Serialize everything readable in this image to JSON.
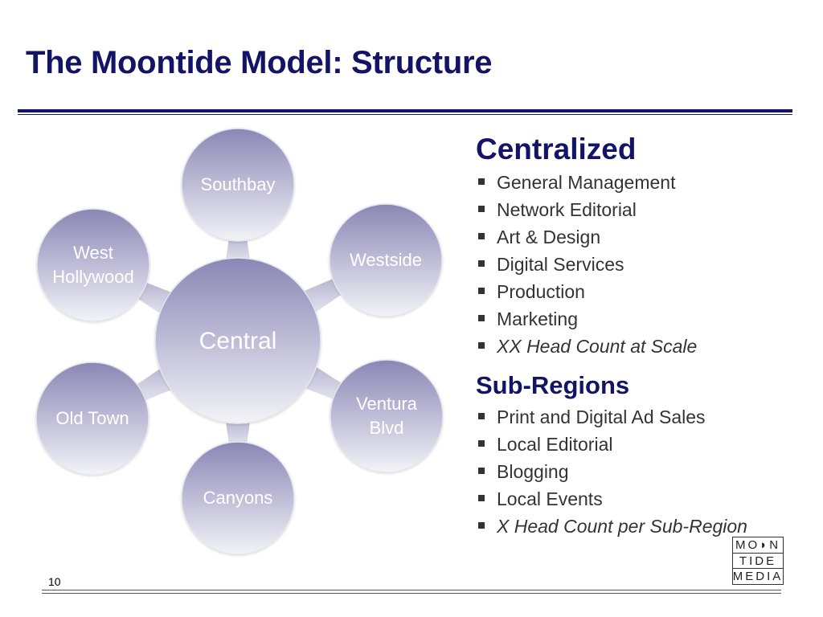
{
  "slide": {
    "title": "The Moontide Model: Structure",
    "page_number": "10"
  },
  "diagram": {
    "center": "Central",
    "nodes": [
      {
        "id": "southbay",
        "lines": [
          "Southbay"
        ]
      },
      {
        "id": "westside",
        "lines": [
          "Westside"
        ]
      },
      {
        "id": "ventura-blvd",
        "lines": [
          "Ventura",
          "Blvd"
        ]
      },
      {
        "id": "canyons",
        "lines": [
          "Canyons"
        ]
      },
      {
        "id": "old-town",
        "lines": [
          "Old Town"
        ]
      },
      {
        "id": "west-hollywood",
        "lines": [
          "West",
          "Hollywood"
        ]
      }
    ],
    "colors": {
      "circle_top": "#8a87b6",
      "circle_bottom": "#f3f3f7",
      "connector": "#c8c7dc"
    }
  },
  "centralized": {
    "heading": "Centralized",
    "items": [
      {
        "text": "General Management",
        "italic": false
      },
      {
        "text": "Network Editorial",
        "italic": false
      },
      {
        "text": "Art & Design",
        "italic": false
      },
      {
        "text": "Digital Services",
        "italic": false
      },
      {
        "text": "Production",
        "italic": false
      },
      {
        "text": "Marketing",
        "italic": false
      },
      {
        "text": "XX Head Count at Scale",
        "italic": true
      }
    ]
  },
  "subregions": {
    "heading": "Sub-Regions",
    "items": [
      {
        "text": "Print and Digital Ad Sales",
        "italic": false
      },
      {
        "text": "Local Editorial",
        "italic": false
      },
      {
        "text": "Blogging",
        "italic": false
      },
      {
        "text": "Local Events",
        "italic": false
      },
      {
        "text": "X Head Count per Sub-Region",
        "italic": true
      }
    ]
  },
  "logo": {
    "rows": [
      "MO◗N",
      "TIDE",
      "MEDIA"
    ]
  }
}
